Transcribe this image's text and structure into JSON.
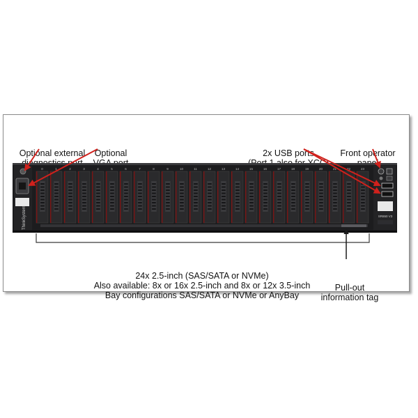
{
  "labels": {
    "ext_diag": [
      "Optional external",
      "diagnostics port"
    ],
    "vga": [
      "Optional",
      "VGA port"
    ],
    "usb": [
      "2x USB ports",
      "(Port 1 also for XCC)"
    ],
    "front_panel": [
      "Front operator",
      "panel"
    ],
    "bays": [
      "24x 2.5-inch (SAS/SATA or NVMe)",
      "Also available: 8x or 16x 2.5-inch and 8x or 12x 3.5-inch",
      "Bay configurations SAS/SATA or NVMe or AnyBay"
    ],
    "pullout": [
      "Pull-out",
      "information tag"
    ]
  },
  "bay_numbers": [
    "0",
    "1",
    "2",
    "3",
    "4",
    "5",
    "6",
    "7",
    "8",
    "9",
    "10",
    "11",
    "12",
    "13",
    "14",
    "15",
    "16",
    "17",
    "18",
    "19",
    "20",
    "21",
    "22",
    "23"
  ],
  "chassis": {
    "brand": "ThinkSystem",
    "model": "SR650 V3"
  },
  "colors": {
    "chassis": "#1c1c1e",
    "bay": "#2a2a2c",
    "bay_edge": "#7a1414",
    "callout": "#d0211c",
    "bracket": "#3a3a3a"
  }
}
